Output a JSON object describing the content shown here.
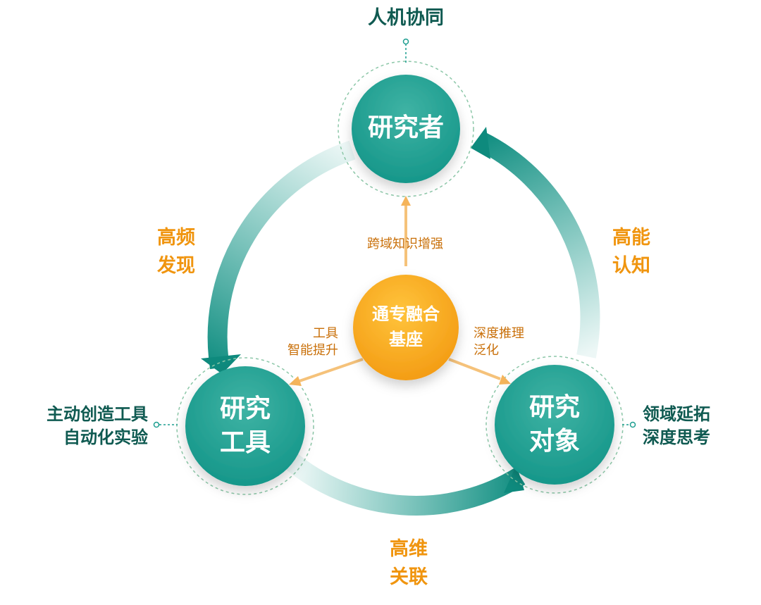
{
  "nodes": {
    "top": {
      "title": "研究者",
      "caption": "人机协同"
    },
    "left": {
      "line1": "研究",
      "line2": "工具",
      "caption_line1": "主动创造工具",
      "caption_line2": "自动化实验"
    },
    "right": {
      "line1": "研究",
      "line2": "对象",
      "caption_line1": "领域延拓",
      "caption_line2": "深度思考"
    },
    "center": {
      "line1": "通专融合",
      "line2": "基座"
    }
  },
  "cycle_labels": {
    "left": {
      "line1": "高频",
      "line2": "发现"
    },
    "right": {
      "line1": "高能",
      "line2": "认知"
    },
    "bottom": {
      "line1": "高维",
      "line2": "关联"
    }
  },
  "spoke_labels": {
    "up": "跨域知识增强",
    "left": {
      "line1": "工具",
      "line2": "智能提升"
    },
    "right": {
      "line1": "深度推理",
      "line2": "泛化"
    }
  },
  "colors": {
    "teal": "#1d9e90",
    "teal_dark": "#0f5a51",
    "orange": "#f0950f",
    "arrow_orange": "#f5b45a"
  }
}
